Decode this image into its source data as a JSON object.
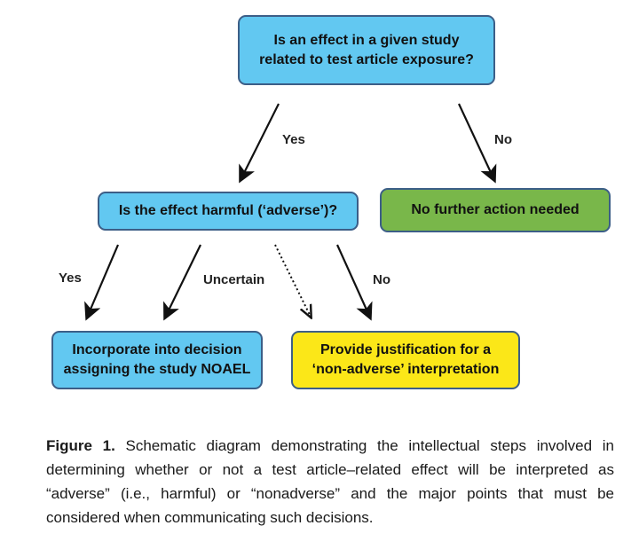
{
  "nodes": {
    "question_related": "Is an effect in a given study related to test article exposure?",
    "question_related_lines": [
      "Is an effect in a given study",
      "related to test article exposure?"
    ],
    "question_harmful": "Is the effect harmful (‘adverse’)?",
    "no_further_action": "No further action needed",
    "incorporate_lines": [
      "Incorporate into decision",
      "assigning the study NOAEL"
    ],
    "justification_lines": [
      "Provide justification for a",
      "‘non-adverse’ interpretation"
    ]
  },
  "edges": {
    "yes_top": "Yes",
    "no_top": "No",
    "yes_left": "Yes",
    "uncertain": "Uncertain",
    "no_right": "No"
  },
  "colors": {
    "question_fill": "#62c8f1",
    "green_fill": "#79b74a",
    "yellow_fill": "#fbe718",
    "box_border": "#3c5e87",
    "arrow": "#111111"
  },
  "caption": {
    "label": "Figure 1.",
    "text": "Schematic diagram demonstrating the intellectual steps involved in determining whether or not a test article–related effect will be interpreted as “adverse” (i.e., harmful) or “nonadverse” and the major points that must be considered when communicating such decisions."
  }
}
